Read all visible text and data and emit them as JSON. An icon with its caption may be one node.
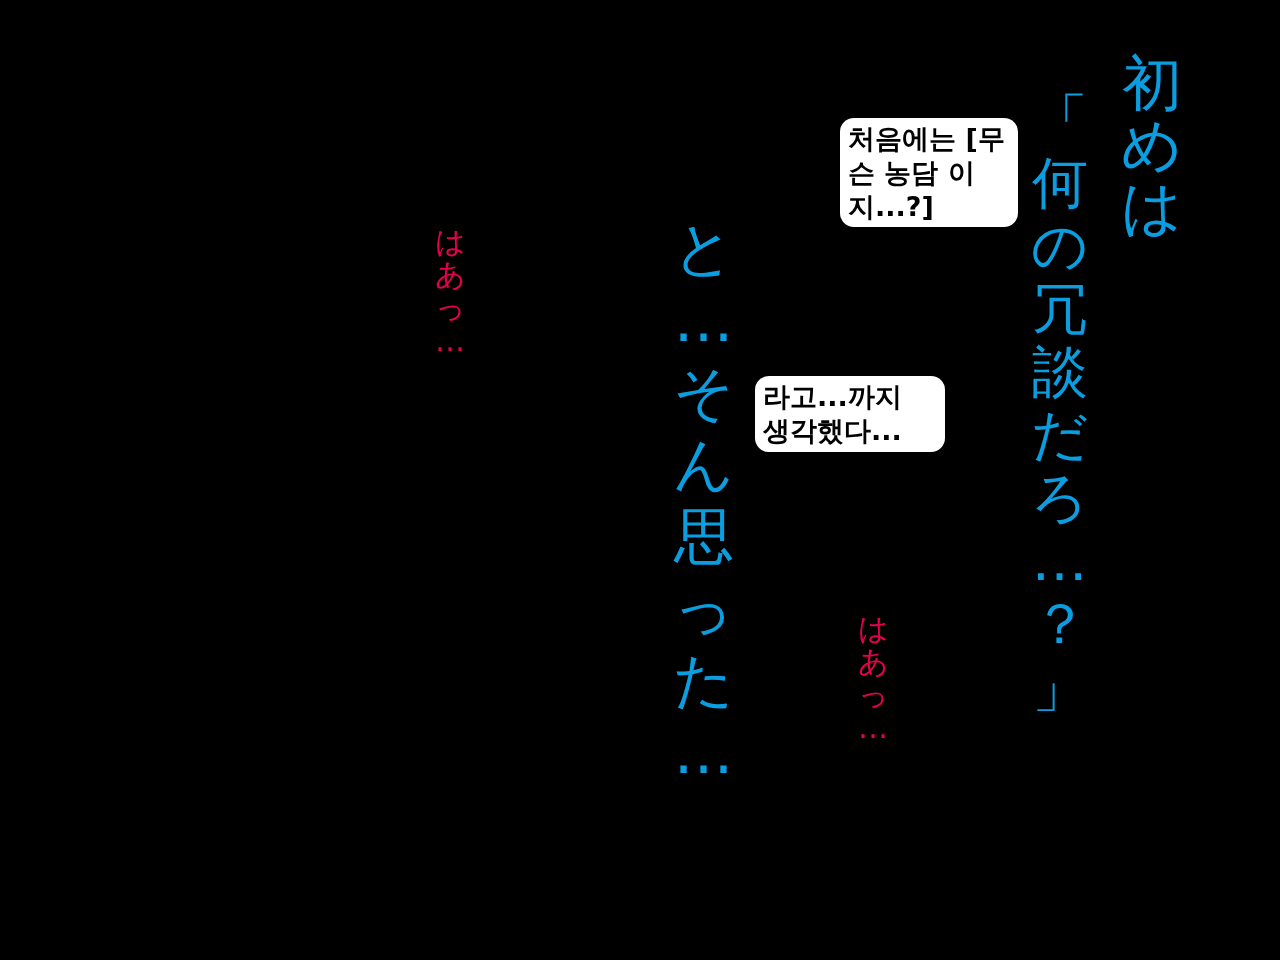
{
  "diagram": {
    "nodes": [
      {
        "text": [
          "처음에는 [무슨 농담 이지...?]"
        ]
      },
      {
        "text": [
          "라고...까지 생각했다..."
        ]
      }
    ],
    "labels": [
      "初めは",
      "「何の冗談だろ…？」",
      "はあっ…",
      "と…そん思った…",
      "はあっ…"
    ]
  }
}
